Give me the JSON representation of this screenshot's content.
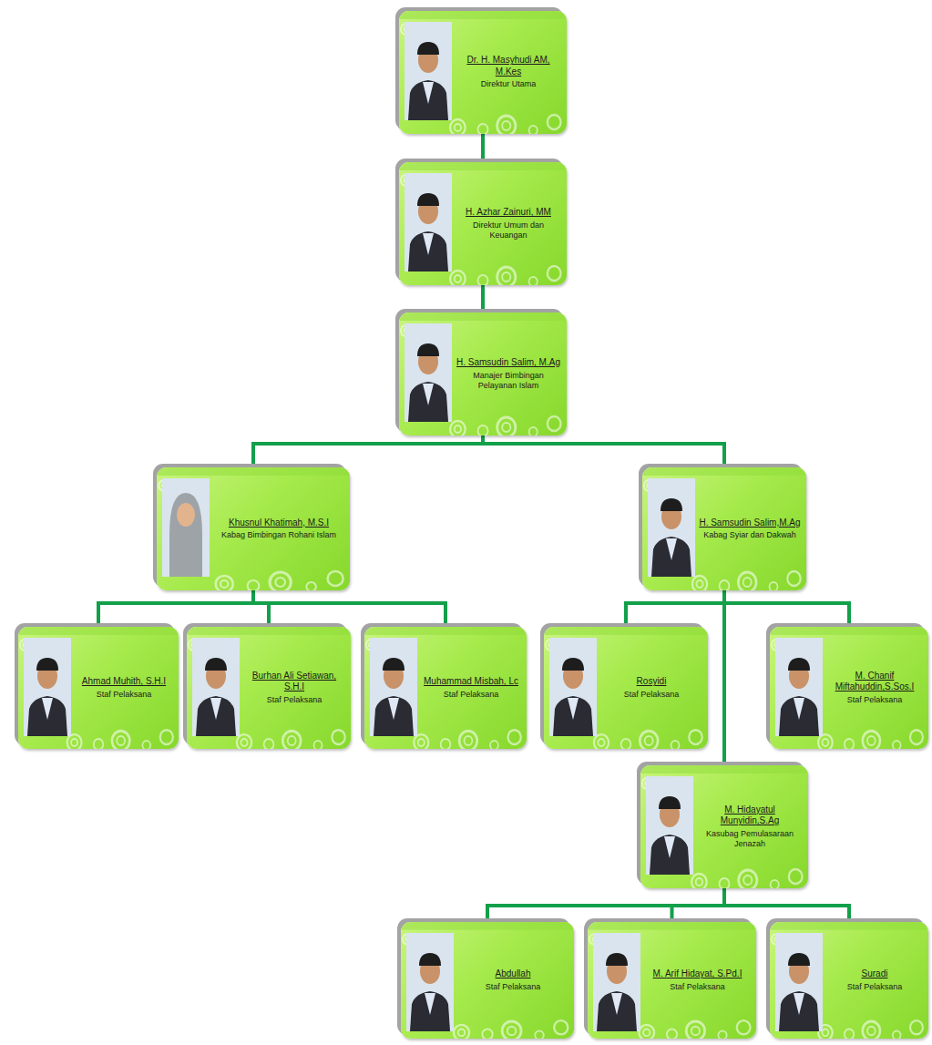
{
  "diagram": {
    "nodes": [
      {
        "text": [
          "Dr. H. Masyhudi AM, M.Kes",
          "Direktur Utama"
        ]
      },
      {
        "text": [
          "H. Azhar Zainuri, MM",
          "Direktur Umum dan Keuangan"
        ]
      },
      {
        "text": [
          "H. Samsudin Salim, M.Ag",
          "Manajer Bimbingan Pelayanan Islam"
        ]
      },
      {
        "text": [
          "Khusnul Khatimah, M.S.I",
          "Kabag Bimbingan Rohani Islam"
        ]
      },
      {
        "text": [
          "H. Samsudin Salim,M.Ag",
          "Kabag Syiar dan Dakwah"
        ]
      },
      {
        "text": [
          "Ahmad Muhith, S.H.I",
          "Staf Pelaksana"
        ]
      },
      {
        "text": [
          "Burhan Ali Setiawan, S.H.I",
          "Staf Pelaksana"
        ]
      },
      {
        "text": [
          "Muhammad Misbah, Lc",
          "Staf Pelaksana"
        ]
      },
      {
        "text": [
          "Rosyidi",
          "Staf Pelaksana"
        ]
      },
      {
        "text": [
          "M. Chanif Miftahuddin,S.Sos.I",
          "Staf Pelaksana"
        ]
      },
      {
        "text": [
          "M. Hidayatul Munyidin,S.Ag",
          "Kasubag Pemulasaraan Jenazah"
        ]
      },
      {
        "text": [
          "Abdullah",
          "Staf Pelaksana"
        ]
      },
      {
        "text": [
          "M. Arif Hidayat, S.Pd.I",
          "Staf Pelaksana"
        ]
      },
      {
        "text": [
          "Suradi",
          "Staf Pelaksana"
        ]
      }
    ],
    "edges": [
      {
        "from": 0,
        "to": 1,
        "arrow": "none"
      },
      {
        "from": 1,
        "to": 2,
        "arrow": "none"
      },
      {
        "from": 2,
        "to": 3,
        "arrow": "none"
      },
      {
        "from": 2,
        "to": 4,
        "arrow": "none"
      },
      {
        "from": 3,
        "to": 5,
        "arrow": "none"
      },
      {
        "from": 3,
        "to": 6,
        "arrow": "none"
      },
      {
        "from": 3,
        "to": 7,
        "arrow": "none"
      },
      {
        "from": 4,
        "to": 8,
        "arrow": "none"
      },
      {
        "from": 4,
        "to": 9,
        "arrow": "none"
      },
      {
        "from": 4,
        "to": 10,
        "arrow": "none"
      },
      {
        "from": 10,
        "to": 11,
        "arrow": "none"
      },
      {
        "from": 10,
        "to": 12,
        "arrow": "none"
      },
      {
        "from": 10,
        "to": 13,
        "arrow": "none"
      }
    ]
  }
}
